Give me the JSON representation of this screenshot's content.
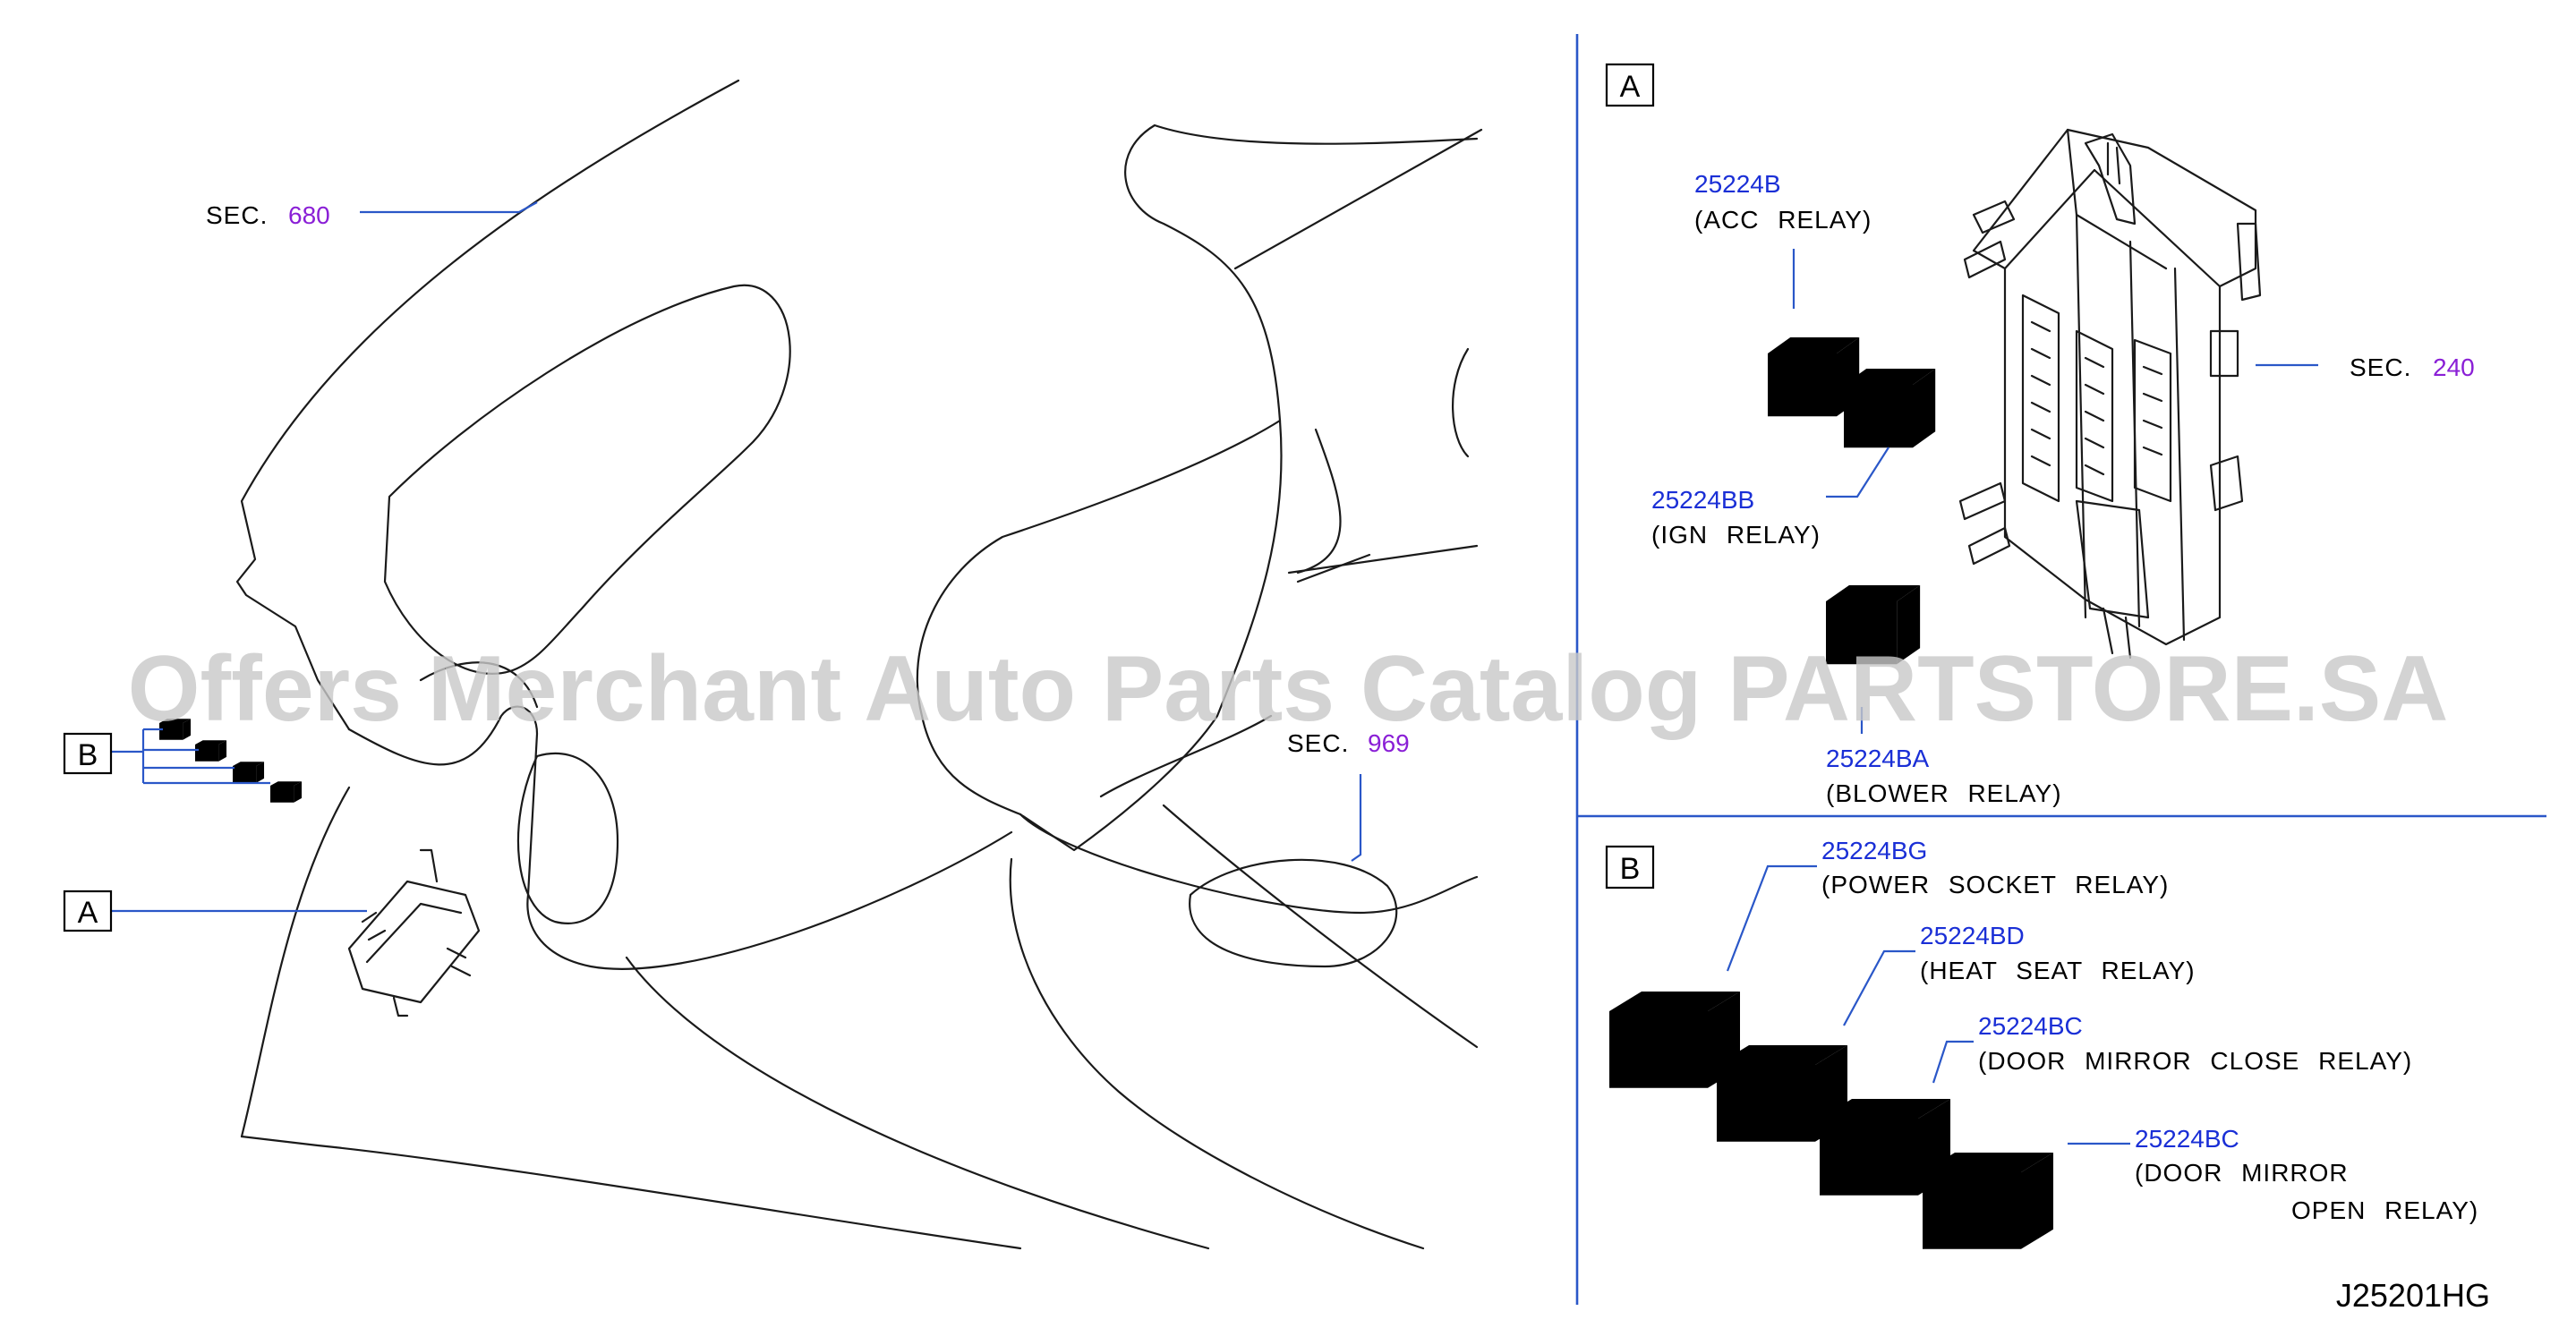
{
  "left_panel": {
    "sec_680": {
      "label": "SEC.",
      "number": "680"
    },
    "sec_969": {
      "label": "SEC.",
      "number": "969"
    },
    "callout_a": "A",
    "callout_b": "B"
  },
  "panel_a": {
    "heading": "A",
    "sec_240": {
      "label": "SEC.",
      "number": "240"
    },
    "parts": [
      {
        "part_number": "25224B",
        "description": "(ACC RELAY)"
      },
      {
        "part_number": "25224BB",
        "description": "(IGN RELAY)"
      },
      {
        "part_number": "25224BA",
        "description": "(BLOWER RELAY)"
      }
    ]
  },
  "panel_b": {
    "heading": "B",
    "parts": [
      {
        "part_number": "25224BG",
        "description": "(POWER SOCKET RELAY)"
      },
      {
        "part_number": "25224BD",
        "description": "(HEAT SEAT RELAY)"
      },
      {
        "part_number": "25224BC",
        "description": "(DOOR MIRROR CLOSE RELAY)"
      },
      {
        "part_number": "25224BC",
        "description_line1": "(DOOR MIRROR",
        "description_line2": "OPEN RELAY)"
      }
    ]
  },
  "diagram_code": "J25201HG",
  "watermark": "Offers Merchant Auto Parts Catalog PARTSTORE.SA",
  "colors": {
    "part_number": "#1a2fd6",
    "section_number": "#8a1fd6",
    "leader_line": "#2a57c8",
    "outline": "#1a1a1a"
  }
}
